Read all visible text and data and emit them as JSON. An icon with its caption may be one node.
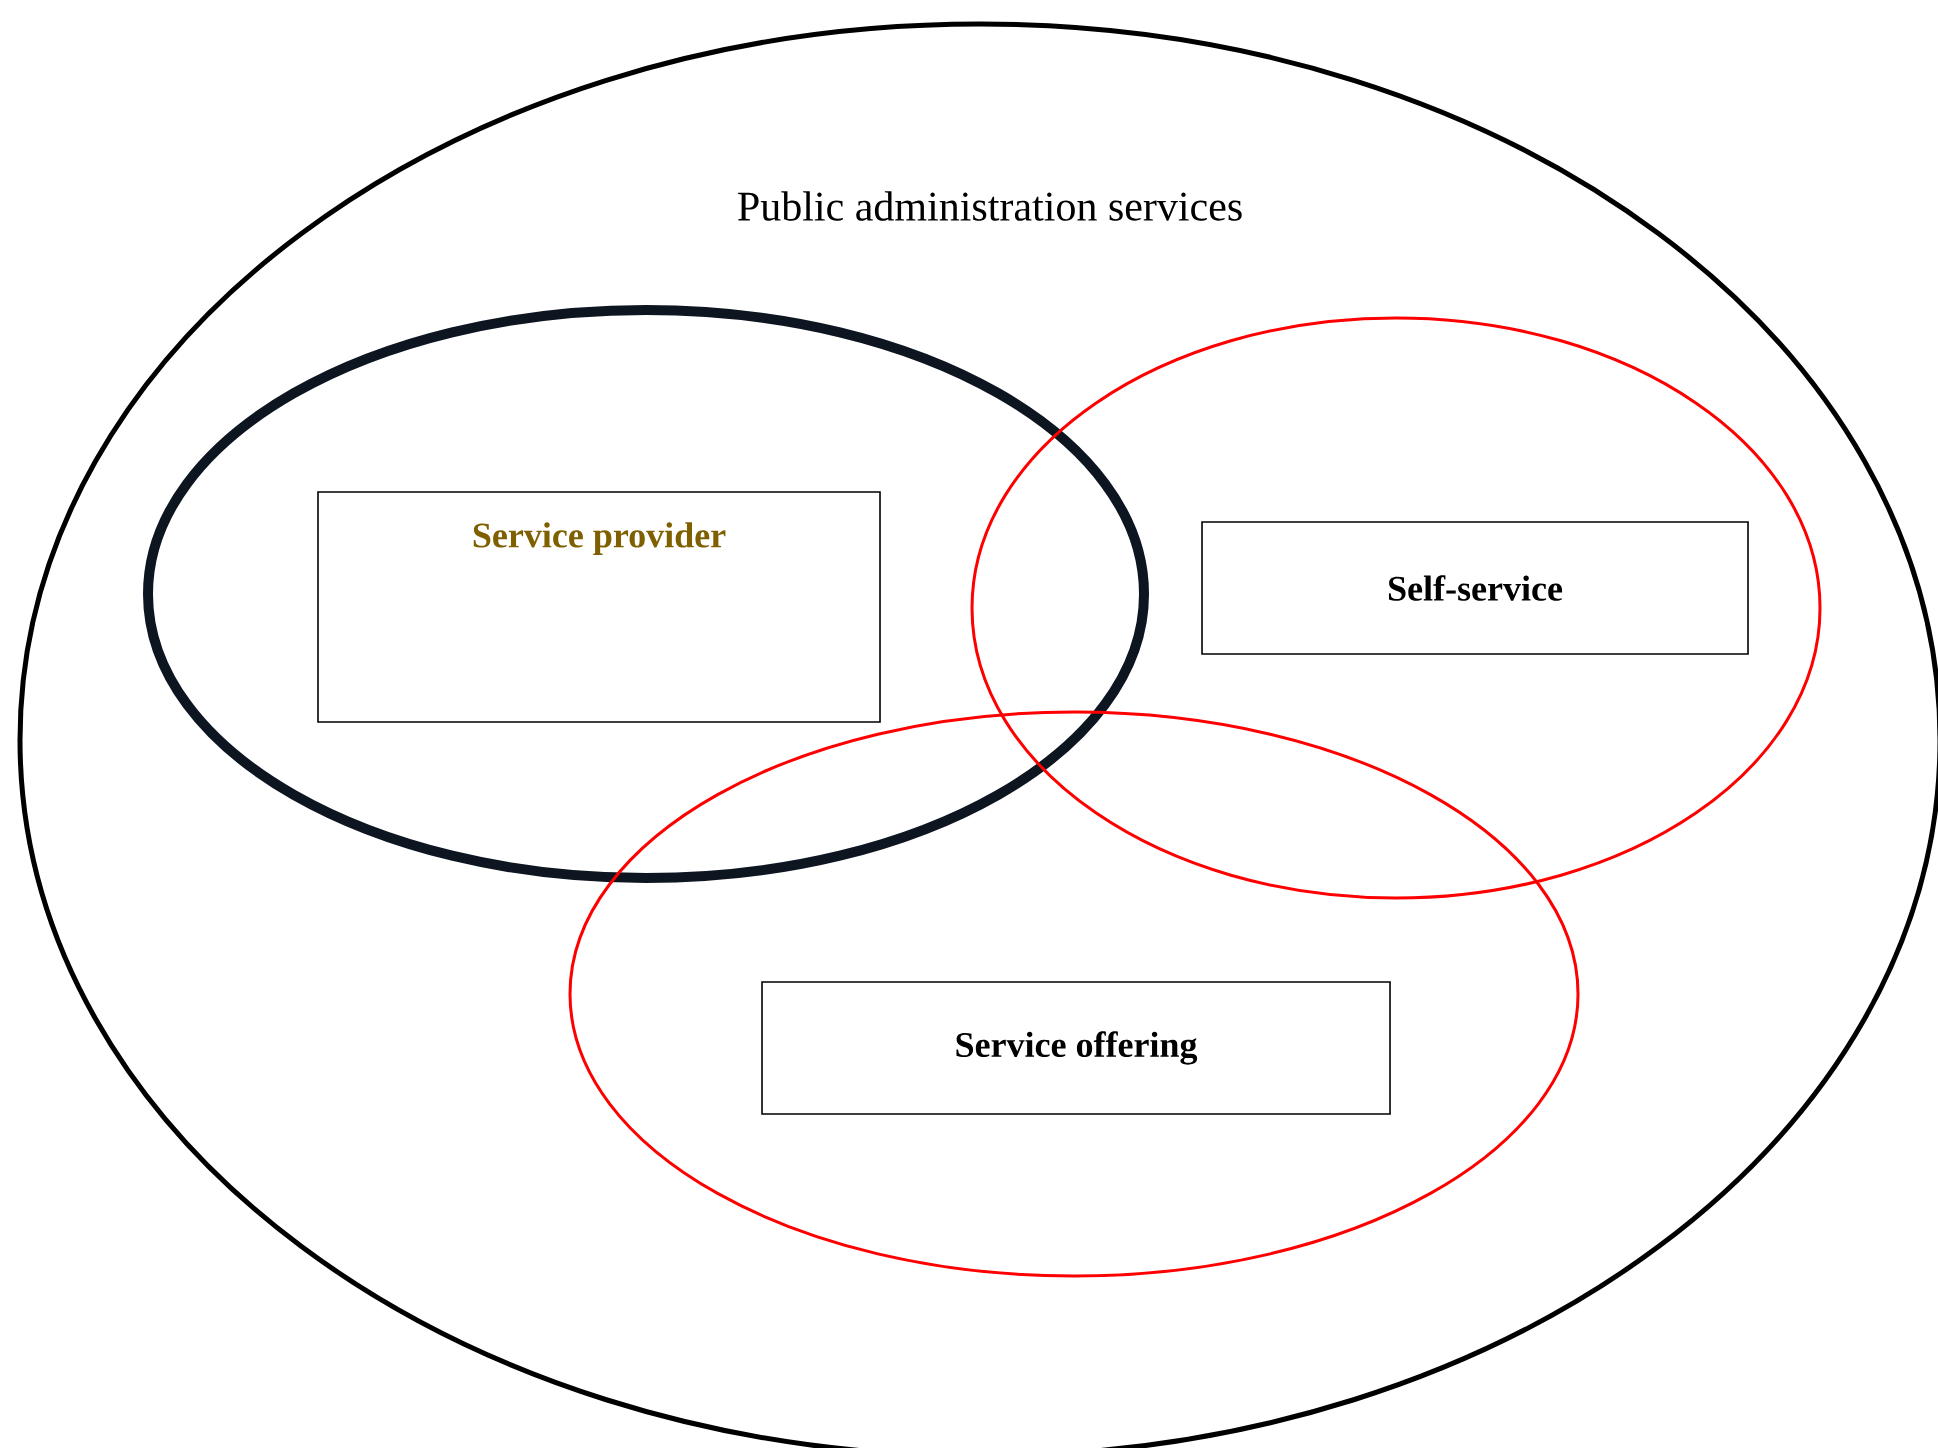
{
  "diagram": {
    "nodes": [
      {
        "text": [
          "Public administration services"
        ]
      },
      {
        "text": [],
        "shape": "ellipse",
        "in": 0
      },
      {
        "text": [
          "Service provider"
        ],
        "in": 1
      },
      {
        "text": [],
        "shape": "ellipse",
        "in": 0
      },
      {
        "text": [
          "Self-service"
        ],
        "in": 3
      },
      {
        "text": [],
        "shape": "ellipse",
        "in": 0
      },
      {
        "text": [
          "Service offering"
        ],
        "in": 5
      }
    ]
  }
}
